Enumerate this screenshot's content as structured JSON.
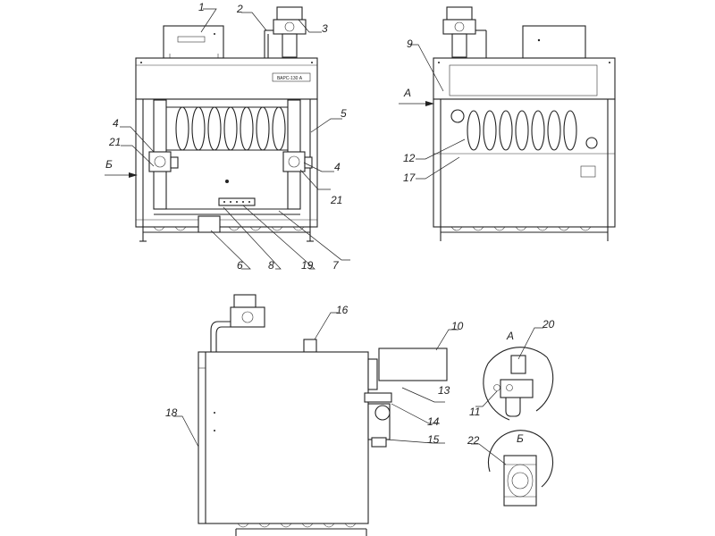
{
  "drawing": {
    "model_plate": "ВАРС-130 А",
    "callouts": {
      "c1": "1",
      "c2": "2",
      "c3": "3",
      "c4a": "4",
      "c4b": "4",
      "c5": "5",
      "c6": "6",
      "c7": "7",
      "c8": "8",
      "c9": "9",
      "c10": "10",
      "c11": "11",
      "c12": "12",
      "c13": "13",
      "c14": "14",
      "c15": "15",
      "c16": "16",
      "c17": "17",
      "c18": "18",
      "c19": "19",
      "c20": "20",
      "c21a": "21",
      "c21b": "21",
      "c22": "22"
    },
    "view_marks": {
      "a_arrow": "А",
      "b_arrow": "Б",
      "a_detail": "А",
      "b_detail": "Б"
    }
  }
}
